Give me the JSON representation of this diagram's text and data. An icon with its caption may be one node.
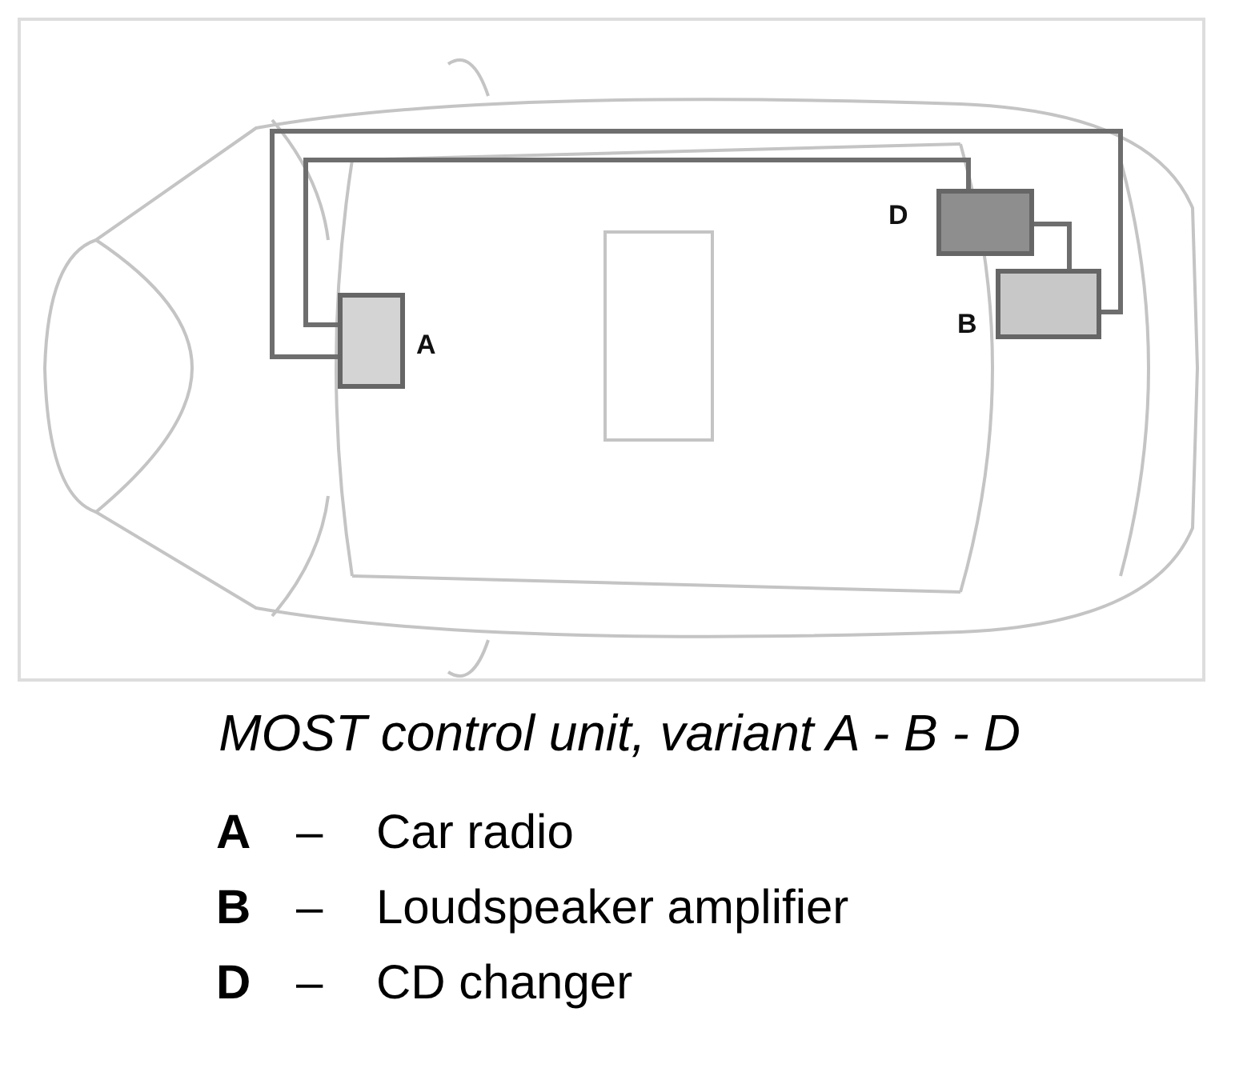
{
  "diagram": {
    "caption": "MOST control unit, variant A - B - D",
    "nodes": [
      {
        "text": [
          "D"
        ]
      },
      {
        "text": [
          "B"
        ]
      },
      {
        "text": [
          "A"
        ]
      }
    ],
    "edges": [
      {
        "from": 2,
        "to": 0,
        "arrow": "none"
      },
      {
        "from": 0,
        "to": 1,
        "arrow": "none"
      },
      {
        "from": 1,
        "to": 2,
        "arrow": "none"
      }
    ],
    "labels": [
      "A",
      "–",
      "Car radio",
      "B",
      "–",
      "Loudspeaker amplifier",
      "D",
      "–",
      "CD changer"
    ]
  }
}
